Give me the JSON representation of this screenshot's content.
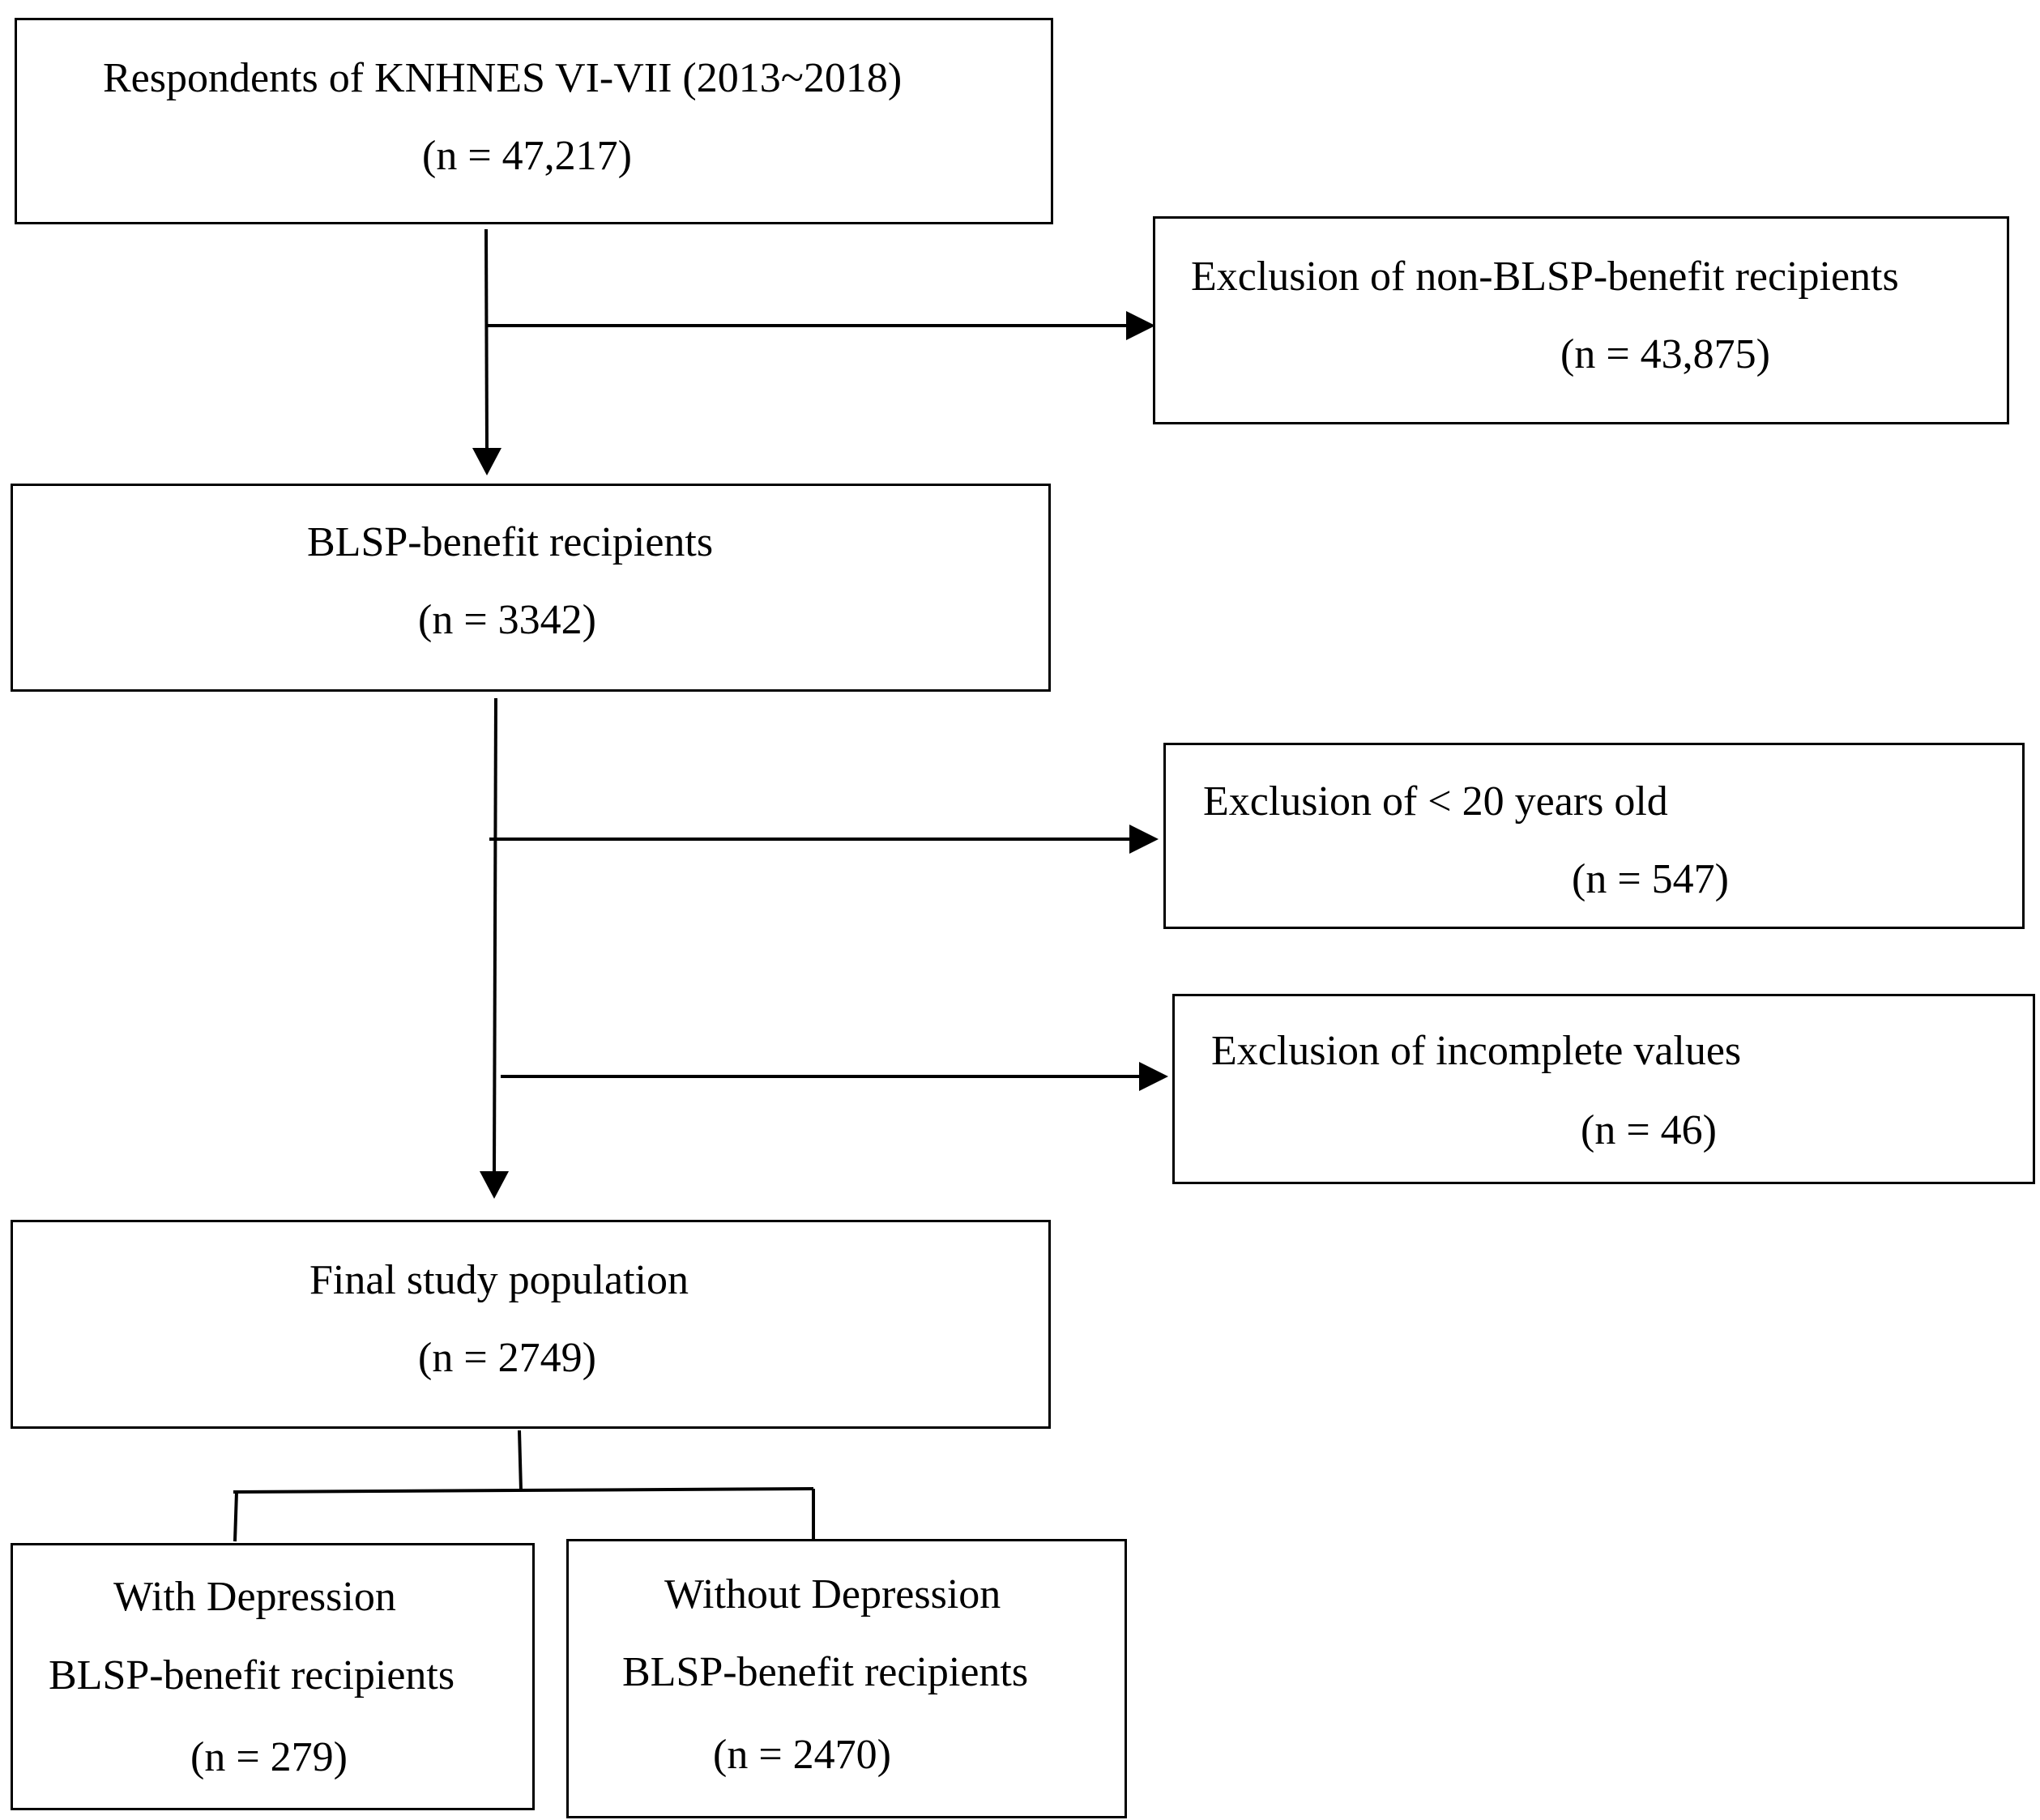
{
  "colors": {
    "line": "#000000",
    "background": "#ffffff"
  },
  "boxes": {
    "respondents": {
      "title": "Respondents of KNHNES VI-VII (2013~2018)",
      "count": "(n = 47,217)"
    },
    "exclusion_non_blsp": {
      "title": "Exclusion of non-BLSP-benefit recipients",
      "count": "(n = 43,875)"
    },
    "blsp_recipients": {
      "title": "BLSP-benefit recipients",
      "count": "(n = 3342)"
    },
    "exclusion_age": {
      "title": "Exclusion of < 20 years old",
      "count": "(n = 547)"
    },
    "exclusion_incomplete": {
      "title": "Exclusion of incomplete values",
      "count": "(n = 46)"
    },
    "final_population": {
      "title": "Final study population",
      "count": "(n = 2749)"
    },
    "with_depression": {
      "line1": "With Depression",
      "line2": "BLSP-benefit recipients",
      "count": "(n = 279)"
    },
    "without_depression": {
      "line1": "Without Depression",
      "line2": "BLSP-benefit recipients",
      "count": "(n = 2470)"
    }
  }
}
